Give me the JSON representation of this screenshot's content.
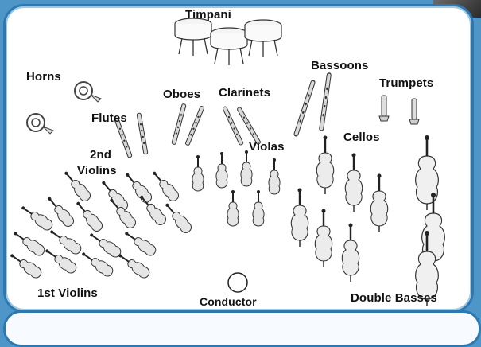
{
  "labels": {
    "timpani": "Timpani",
    "horns": "Horns",
    "bassoons": "Bassoons",
    "trumpets": "Trumpets",
    "oboes": "Oboes",
    "clarinets": "Clarinets",
    "flutes": "Flutes",
    "violas": "Violas",
    "cellos": "Cellos",
    "second_violins_line1": "2nd",
    "second_violins_line2": "Violins",
    "first_violins": "1st Violins",
    "conductor": "Conductor",
    "double_basses": "Double Basses"
  },
  "colors": {
    "frame": "#2e78b0",
    "background": "#4f96c8",
    "panel": "#ffffff"
  }
}
